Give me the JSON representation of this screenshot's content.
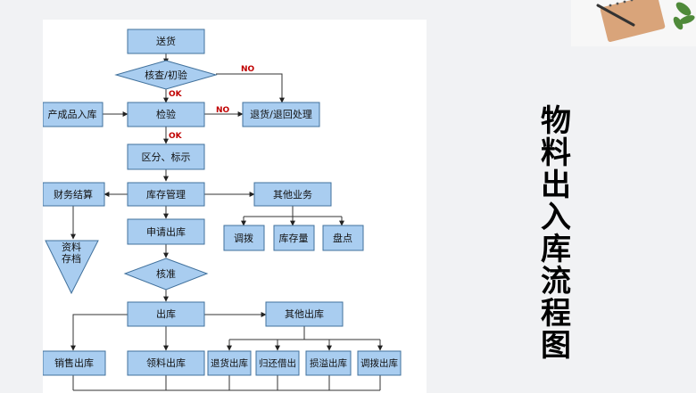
{
  "slide": {
    "title": "物料出入库流程图"
  },
  "flowchart": {
    "nodes": {
      "delivery": "送货",
      "inspect_initial": "核查/初验",
      "finished_goods_in": "产成品入库",
      "inspection": "检验",
      "return_handling": "退货/退回处理",
      "sort_mark": "区分、标示",
      "finance_settle": "财务结算",
      "warehouse_mgmt": "库存管理",
      "other_business": "其他业务",
      "transfer": "调拨",
      "stock_qty": "库存量",
      "inventory_count": "盘点",
      "archive": "资料存档",
      "request_out": "申请出库",
      "approve": "核准",
      "outbound": "出库",
      "other_outbound": "其他出库",
      "sales_out": "销售出库",
      "material_out": "领料出库",
      "return_out": "退货出库",
      "return_borrow_out": "归还借出",
      "loss_overflow_out": "损溢出库",
      "transfer_out": "调拨出库"
    },
    "edge_labels": {
      "no_1": "NO",
      "ok_1": "OK",
      "no_2": "NO",
      "ok_2": "OK"
    }
  },
  "colors": {
    "node_fill": "#a9cdf0",
    "node_stroke": "#41719c",
    "edge_label": "#c00000",
    "title_text": "#000000"
  }
}
